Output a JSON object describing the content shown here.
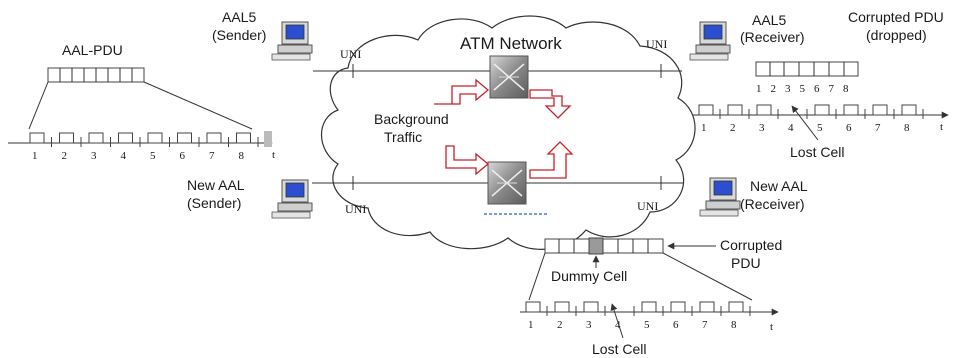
{
  "network": {
    "title": "ATM Network",
    "background_label_1": "Background",
    "background_label_2": "Traffic"
  },
  "uni_label": "UNI",
  "top_left": {
    "pdu_label": "AAL-PDU",
    "cell_numbers": [
      "1",
      "2",
      "3",
      "4",
      "5",
      "6",
      "7",
      "8"
    ],
    "t": "t"
  },
  "aal5_sender": {
    "line1": "AAL5",
    "line2": "(Sender)"
  },
  "aal5_receiver": {
    "line1": "AAL5",
    "line2": "(Receiver)",
    "corrupted_line1": "Corrupted PDU",
    "corrupted_line2": "(dropped)",
    "pdu_numbers": [
      "1",
      "2",
      "3",
      "5",
      "6",
      "7",
      "8"
    ],
    "cell_numbers": [
      "1",
      "2",
      "3",
      "4",
      "5",
      "6",
      "7",
      "8"
    ],
    "t": "t",
    "lost_cell": "Lost Cell"
  },
  "new_sender": {
    "line1": "New AAL",
    "line2": "(Sender)"
  },
  "new_receiver": {
    "line1": "New AAL",
    "line2": "(Receiver)",
    "corrupted_line1": "Corrupted",
    "corrupted_line2": "PDU",
    "dummy_cell": "Dummy Cell",
    "cell_numbers": [
      "1",
      "2",
      "3",
      "4",
      "5",
      "6",
      "7",
      "8"
    ],
    "t": "t",
    "lost_cell": "Lost Cell"
  },
  "colors": {
    "red_arrow": "#c8202a",
    "dummy_fill": "#9a9a9a",
    "switch": "#8a8a8a"
  }
}
